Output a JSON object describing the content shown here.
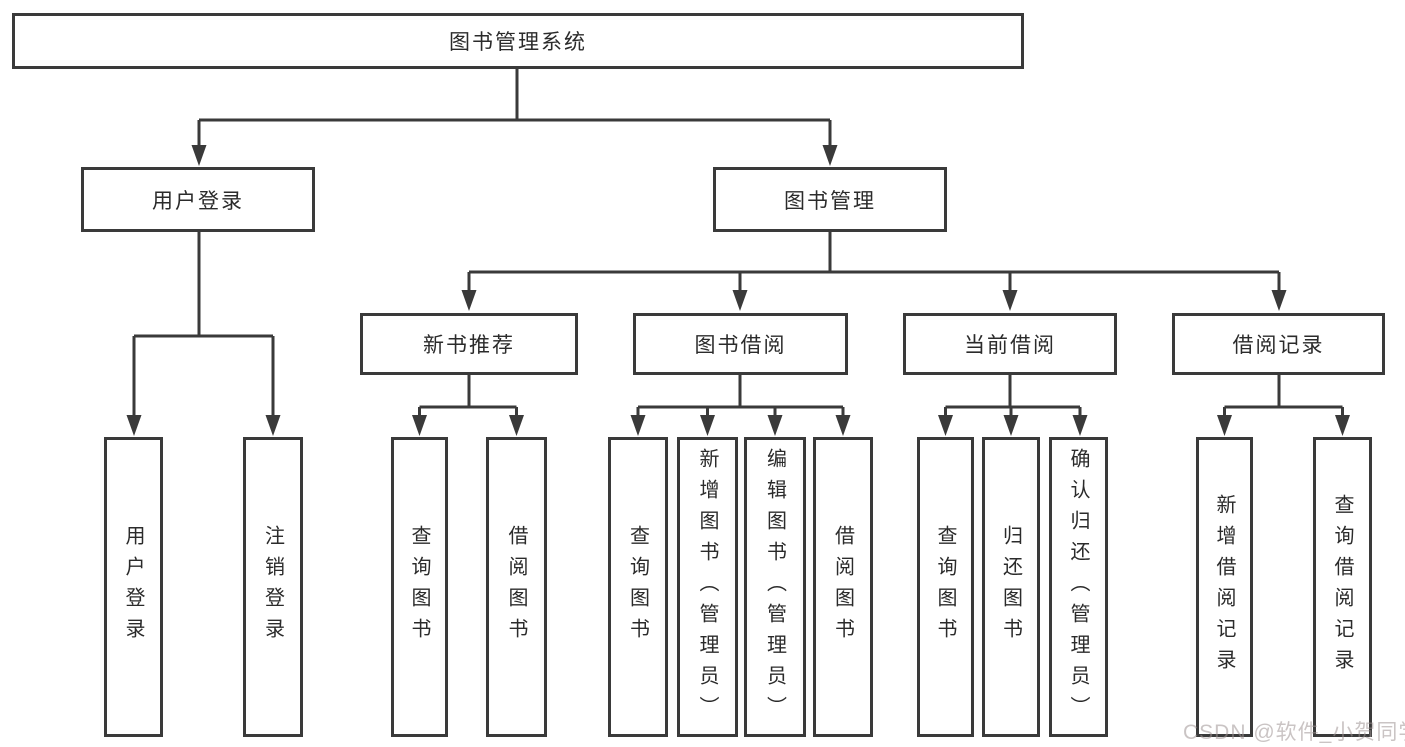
{
  "diagram": {
    "root": {
      "label": "图书管理系统"
    },
    "branches": [
      {
        "label": "用户登录",
        "children": [
          "用户登录",
          "注销登录"
        ]
      },
      {
        "label": "图书管理",
        "groups": [
          {
            "label": "新书推荐",
            "children": [
              "查询图书",
              "借阅图书"
            ]
          },
          {
            "label": "图书借阅",
            "children": [
              "查询图书",
              "新增图书（管理员）",
              "编辑图书（管理员）",
              "借阅图书"
            ]
          },
          {
            "label": "当前借阅",
            "children": [
              "查询图书",
              "归还图书",
              "确认归还（管理员）"
            ]
          },
          {
            "label": "借阅记录",
            "children": [
              "新增借阅记录",
              "查询借阅记录"
            ]
          }
        ]
      }
    ],
    "watermark": "CSDN @软件_小贺同学",
    "colors": {
      "line": "#3a3a3a",
      "text": "#2b2b2b",
      "background": "#ffffff",
      "watermark": "#c6c0c0"
    }
  }
}
